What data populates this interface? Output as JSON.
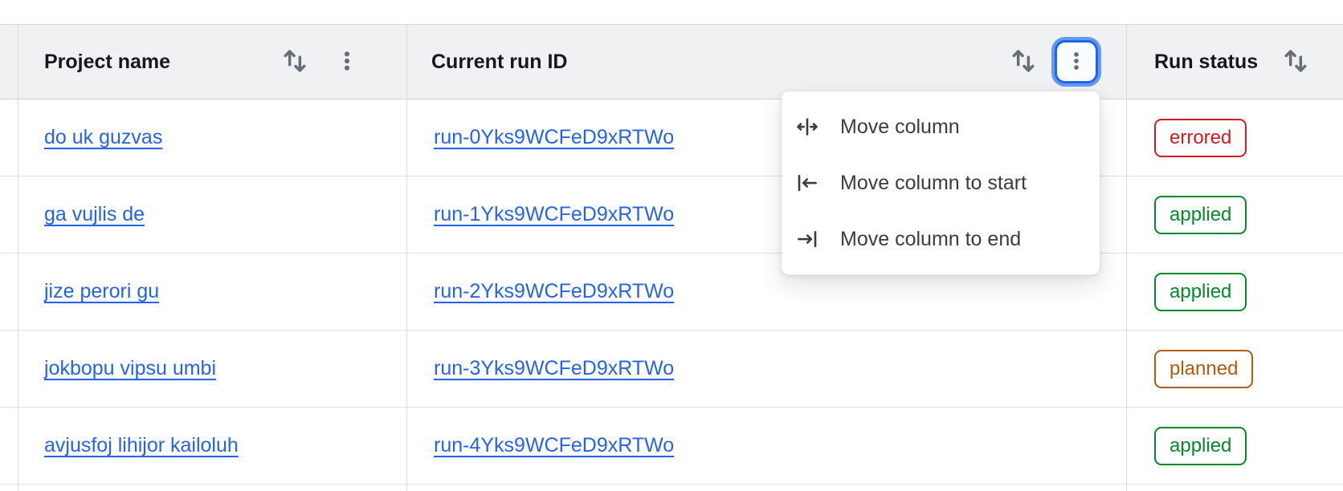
{
  "header": {
    "columns": [
      {
        "label": "Project name",
        "icons": [
          "sort-icon",
          "kebab-menu-icon"
        ],
        "menu_open": false
      },
      {
        "label": "Current run ID",
        "icons": [
          "sort-icon",
          "kebab-menu-icon"
        ],
        "menu_open": true
      },
      {
        "label": "Run status",
        "icons": [
          "sort-icon"
        ],
        "menu_open": false
      }
    ]
  },
  "rows": [
    {
      "project_name": "do uk guzvas",
      "run_id": "run-0Yks9WCFeD9xRTWo",
      "status": "errored"
    },
    {
      "project_name": "ga vujlis de",
      "run_id": "run-1Yks9WCFeD9xRTWo",
      "status": "applied"
    },
    {
      "project_name": "jize perori gu",
      "run_id": "run-2Yks9WCFeD9xRTWo",
      "status": "applied"
    },
    {
      "project_name": "jokbopu vipsu umbi",
      "run_id": "run-3Yks9WCFeD9xRTWo",
      "status": "planned"
    },
    {
      "project_name": "avjusfoj lihijor kailoluh",
      "run_id": "run-4Yks9WCFeD9xRTWo",
      "status": "applied"
    }
  ],
  "column_menu": {
    "items": [
      {
        "label": "Move column",
        "icon": "move-column-icon"
      },
      {
        "label": "Move column to start",
        "icon": "move-column-to-start-icon"
      },
      {
        "label": "Move column to end",
        "icon": "move-column-to-end-icon"
      }
    ]
  },
  "colors": {
    "link_blue": "#2563eb",
    "focus_ring_blue": "#2166e8",
    "status_errored": "#d21c1f",
    "status_applied": "#058a27",
    "status_planned": "#b45a0c",
    "header_bg": "#f0f1f3"
  }
}
